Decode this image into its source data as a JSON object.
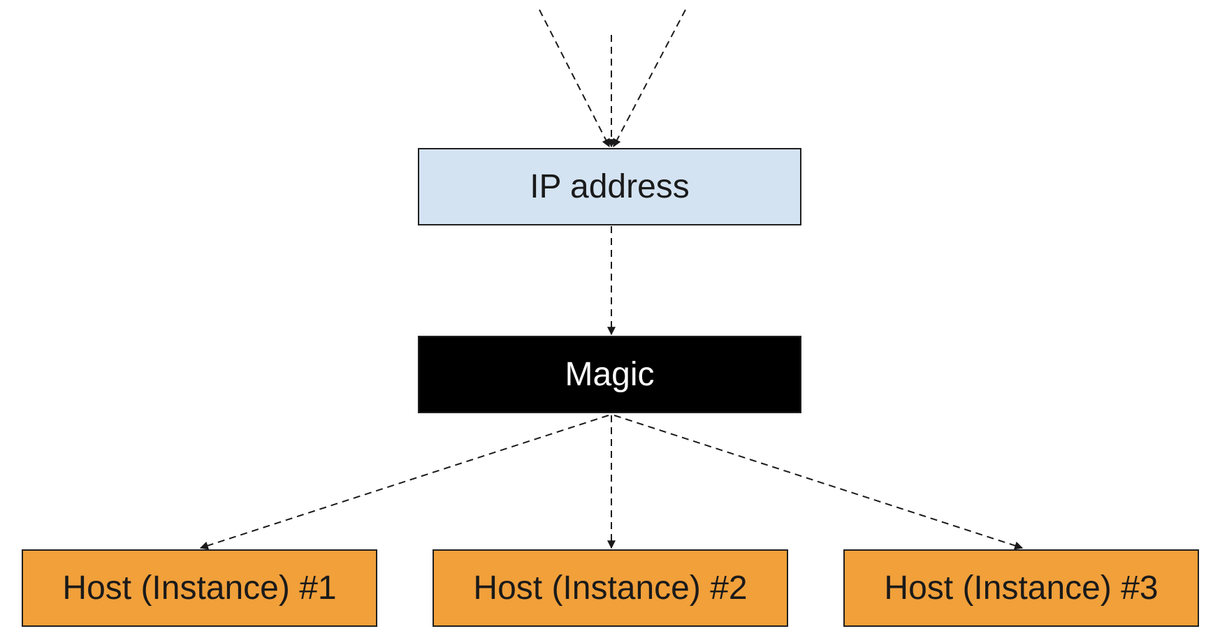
{
  "diagram": {
    "nodes": {
      "ip_address": {
        "label": "IP address",
        "fill": "#d4e3f2",
        "text_color": "#1a1a1a"
      },
      "magic": {
        "label": "Magic",
        "fill": "#000000",
        "text_color": "#ffffff"
      },
      "host1": {
        "label": "Host (Instance) #1",
        "fill": "#f1a03a",
        "text_color": "#1a1a1a"
      },
      "host2": {
        "label": "Host (Instance) #2",
        "fill": "#f1a03a",
        "text_color": "#1a1a1a"
      },
      "host3": {
        "label": "Host (Instance) #3",
        "fill": "#f1a03a",
        "text_color": "#1a1a1a"
      }
    },
    "edges": [
      {
        "from": "incoming-left",
        "to": "ip_address",
        "style": "dashed"
      },
      {
        "from": "incoming-center",
        "to": "ip_address",
        "style": "dashed"
      },
      {
        "from": "incoming-right",
        "to": "ip_address",
        "style": "dashed"
      },
      {
        "from": "ip_address",
        "to": "magic",
        "style": "dashed"
      },
      {
        "from": "magic",
        "to": "host1",
        "style": "dashed"
      },
      {
        "from": "magic",
        "to": "host2",
        "style": "dashed"
      },
      {
        "from": "magic",
        "to": "host3",
        "style": "dashed"
      }
    ],
    "line_color": "#1a1a1a"
  }
}
